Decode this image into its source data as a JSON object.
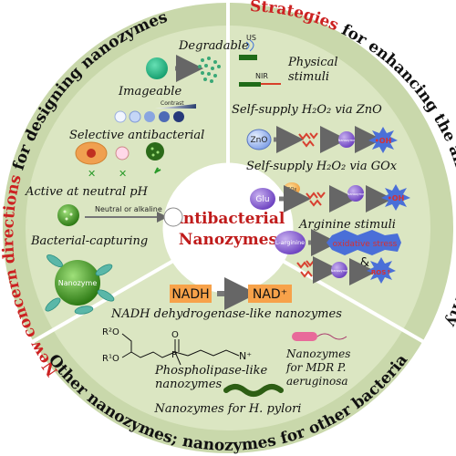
{
  "center": {
    "line1": "Antibacterial",
    "line2": "Nanozymes"
  },
  "arcs": {
    "left_red": "New concern directions",
    "left_black": " for designing nanozymes",
    "right_red": "Strategies",
    "right_black": " for enhancing the antibacterial activity",
    "bottom": "Other nanozymes; nanozymes for other  bacteria"
  },
  "left_sector": {
    "degradable": "Degradable",
    "imageable": "Imageable",
    "contrast": "Contrast",
    "selective": "Selective antibacterial",
    "neutral_ph": "Active at neutral pH",
    "neutral_alkaline": "Neutral or alkaline",
    "capturing": "Bacterial-capturing",
    "nanozyme_ball": "Nanozyme"
  },
  "right_sector": {
    "us": "US",
    "nir": "NIR",
    "physical_line1": "Physical",
    "physical_line2": "stimuli",
    "zno_title": "Self-supply H₂O₂ via ZnO",
    "zno_chip": "ZnO",
    "nanozyme_chip": "Nanozyme",
    "oh": "•OH",
    "gox_title": "Self-supply H₂O₂ via GOx",
    "glu_chip": "Glu",
    "gox_chip": "GOx",
    "arginine_title": "Arginine stimuli",
    "larginine_chip": "L-arginine",
    "oxidative": "oxidative stress",
    "ampersand": "&",
    "ros": "ROS↑"
  },
  "bottom_sector": {
    "nadh": "NADH",
    "nad": "NAD⁺",
    "nadh_caption": "NADH dehydrogenase-like nanozymes",
    "r2": "R²O",
    "r1": "R¹O",
    "o_label": "O",
    "p_label": "P",
    "n_label": "N⁺",
    "phospho_line1": "Phospholipase-like",
    "phospho_line2": "nanozymes",
    "mdr_line1": "Nanozymes",
    "mdr_line2": "for MDR P.",
    "mdr_line3": "aeruginosa",
    "hpylori": "Nanozymes for H. pylori"
  },
  "colors": {
    "disc_bg": "#c7d6a9",
    "ring_bg": "#dce6c4",
    "red": "#cc2222",
    "orange": "#f7a24a",
    "oh_star": "#4a6fd8",
    "nanozyme_green": "#3c8a1e"
  }
}
